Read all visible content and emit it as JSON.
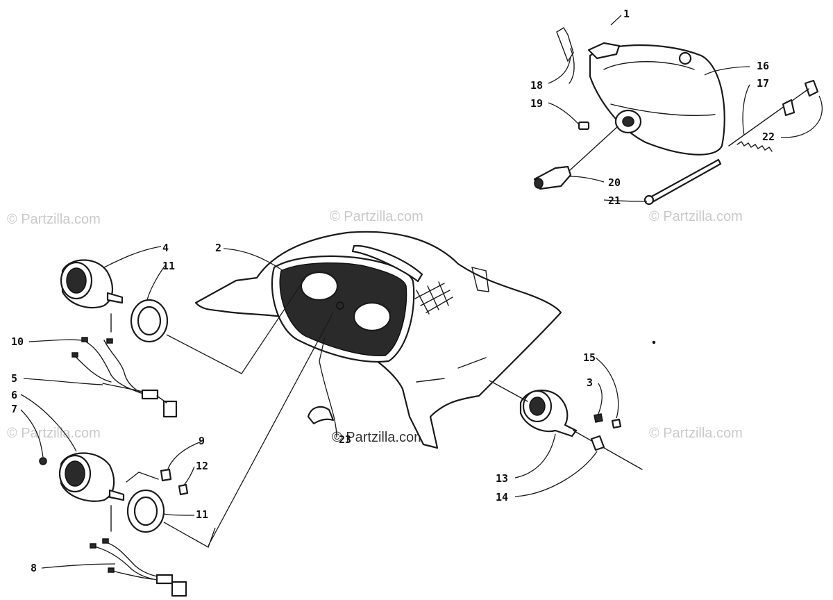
{
  "watermark": {
    "text": "© Partzilla.com",
    "center_text": "© Partzilla.com"
  },
  "callouts": {
    "c1": "1",
    "c2": "2",
    "c3": "3",
    "c4": "4",
    "c5": "5",
    "c6": "6",
    "c7": "7",
    "c8": "8",
    "c9": "9",
    "c10": "10",
    "c11a": "11",
    "c11b": "11",
    "c12": "12",
    "c13": "13",
    "c14": "14",
    "c15": "15",
    "c16": "16",
    "c17": "17",
    "c18": "18",
    "c19": "19",
    "c20": "20",
    "c21": "21",
    "c22": "22",
    "c23": "23"
  }
}
